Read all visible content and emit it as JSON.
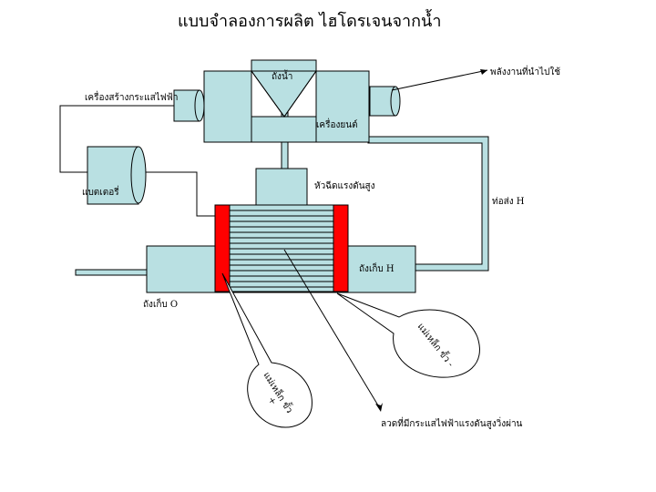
{
  "title": "แบบจำลองการผลิต ไฮโดรเจนจากน้ำ",
  "labels": {
    "water_tank": "ถังน้ำ",
    "energy_used": "พลังงานที่นำไปใช้",
    "generator": "เครื่องสร้างกระแสไฟฟ้า",
    "engine": "เครื่องยนต์",
    "battery": "แบตเตอรี่",
    "nozzle": "หัวฉีดแรงดันสูง",
    "pipe_h": "ท่อส่ง  H",
    "tank_h": "ถังเก็บ  H",
    "tank_o": "ถังเก็บ  O",
    "magnet_neg_a": "แม่เหล็ก  ขั้ว -",
    "magnet_pos_a": "แม่เหล็ก  ขั้ว",
    "magnet_pos_b": "+",
    "wire": "ลวดที่มีกระแสไฟฟ้าแรงดันสูงวิ่งผ่าน"
  },
  "colors": {
    "fill": "#b9e0e2",
    "stroke": "#000000",
    "magnet": "#ff0000",
    "background": "#ffffff"
  }
}
